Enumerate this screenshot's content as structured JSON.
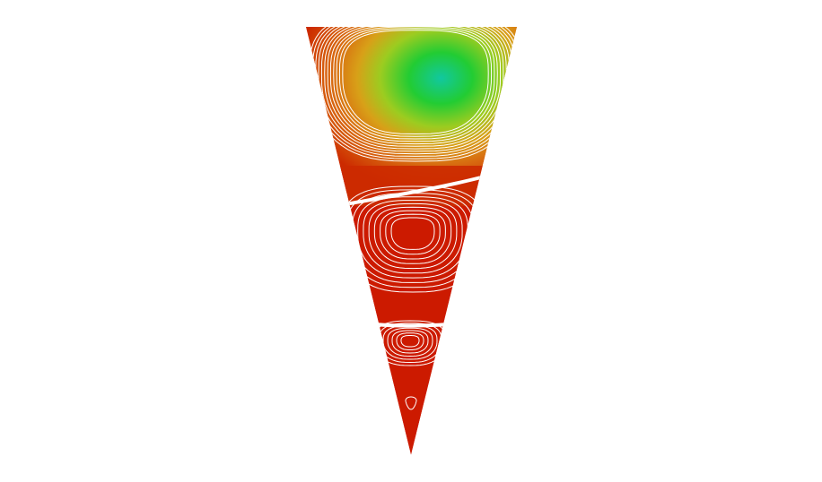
{
  "figure": {
    "kind": "streamline-contour-plot",
    "background": "#ffffff",
    "streamline_color": "#ffffff",
    "colors": {
      "low": "#cc1a00",
      "mid_orange": "#d86a10",
      "mid_yellow": "#b8c418",
      "high_green": "#22cc33",
      "peak_cyan": "#11c8a0"
    },
    "cells": [
      {
        "name": "upper-eddy",
        "fill": "#cc1a00",
        "peak": "#11c8a0",
        "streamline_count": 12
      },
      {
        "name": "middle-eddy",
        "fill": "#cc1a00",
        "peak": "#cc1a00",
        "streamline_count": 10
      },
      {
        "name": "lower-eddy",
        "fill": "#cc1a00",
        "peak": "#cc1a00",
        "streamline_count": 7
      },
      {
        "name": "apex-eddy",
        "fill": "#cc1a00",
        "peak": "#cc1a00",
        "streamline_count": 1
      }
    ]
  }
}
